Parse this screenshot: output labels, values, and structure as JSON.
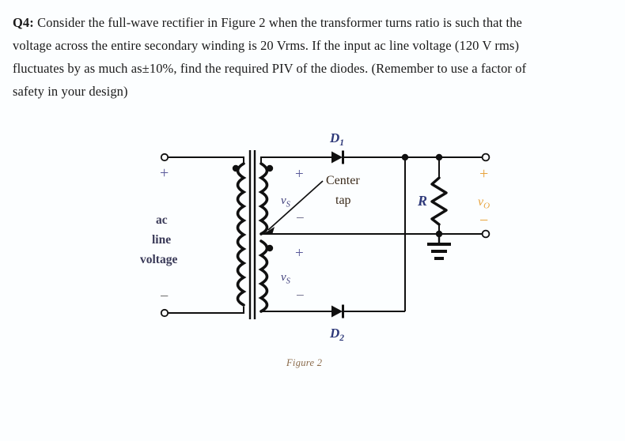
{
  "question": {
    "tag": "Q4:",
    "lines": [
      "Q4: Consider the full-wave rectifier in Figure 2 when the transformer turns ratio is such that the",
      "voltage across the entire secondary winding is 20 Vrms. If the input ac line voltage (120 V rms)",
      "fluctuates by as much as±10%, find the required PIV of the diodes. (Remember to use a factor of",
      "safety in your design)"
    ],
    "line1_tag": "Q4:",
    "line1_rest": " Consider the full-wave rectifier in Figure 2 when the transformer turns ratio is such that the",
    "line2": "voltage across the entire secondary winding is 20 Vrms. If the input ac line voltage (120 V rms)",
    "line3": "fluctuates by as much as±10%, find the required PIV of the diodes. (Remember to use a factor of",
    "line4": "safety in your design)"
  },
  "figure": {
    "caption": "Figure 2",
    "labels": {
      "source_plus": "+",
      "source_minus": "−",
      "source_name_line1": "ac",
      "source_name_line2": "line",
      "source_name_line3": "voltage",
      "diode_1": "D",
      "diode_1_sub": "1",
      "diode_2": "D",
      "diode_2_sub": "2",
      "center_tap_line1": "Center",
      "center_tap_line2": "tap",
      "vs_upper": "v",
      "vs_upper_sub": "S",
      "vs_lower": "v",
      "vs_lower_sub": "S",
      "sec_upper_plus": "+",
      "sec_upper_minus": "−",
      "sec_lower_plus": "+",
      "sec_lower_minus": "−",
      "resistor": "R",
      "out_plus": "+",
      "out_minus": "−",
      "vo": "v",
      "vo_sub": "O"
    }
  },
  "colors": {
    "background": "#fcfeff",
    "text": "#1a1a1a",
    "wire": "#101010",
    "label_blue": "#5a5a9a",
    "label_dark_blue": "#2f3a7a",
    "label_orange": "#e8a33d",
    "label_brown": "#7a5a3a",
    "caption_brown": "#8a6a4a"
  }
}
